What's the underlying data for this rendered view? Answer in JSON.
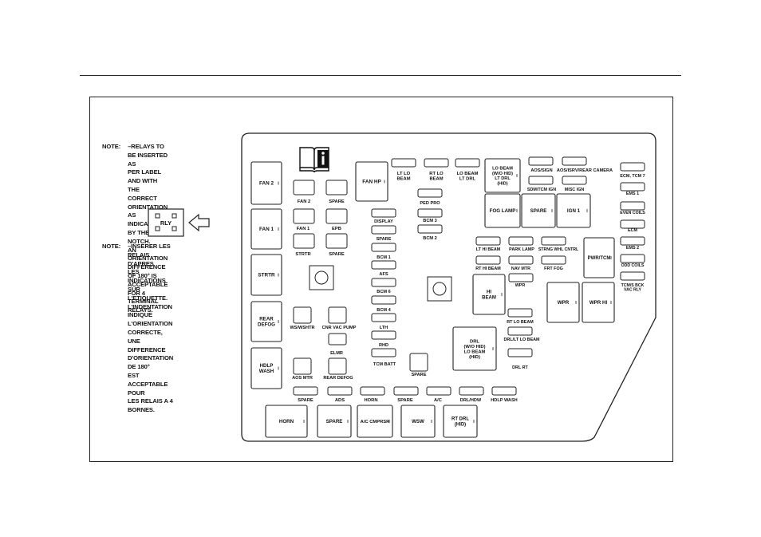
{
  "notes": {
    "label1": "NOTE:",
    "text1": "–RELAYS TO BE INSERTED AS\nPER LABEL AND WITH THE\nCORRECT ORIENTATION AS\nINDICATED BY THE NOTCH.\nAN ORIENTATION DIFFERENCE\nOF 180° IS ACCEPTABLE\nFOR 4 TERMINAL RELAYS.",
    "label2": "NOTE:",
    "text2": "–INSERER LES RELAIS D'APRES\nLES INDICATIONS SUR\nL'ETIQUETTE. L'INDENTATION\nINDIQUE L'ORIENTATION\nCORRECTE, UNE DIFFERENCE\nD'ORIENTATION DE 180°\nEST ACCEPTABLE POUR\nLES RELAIS A 4 BORNES."
  },
  "relay_icon_label": "RLY",
  "relays": {
    "fan2": "FAN 2",
    "fan1": "FAN 1",
    "strtr": "STRTR",
    "rear_defog": "REAR\nDEFOG",
    "hdlp_wash": "HDLP\nWASH",
    "fan_hp": "FAN HP",
    "fog_lamp": "FOG LAMP",
    "spare_fog": "SPARE",
    "ign1": "IGN 1",
    "pwr_tcm": "PWR/TCM",
    "hi_beam": "HI\nBEAM",
    "wpr": "WPR",
    "wpr_hi": "WPR HI",
    "drl": "DRL\n(W/O HID)\nLO BEAM\n(HID)",
    "horn": "HORN",
    "spare_b": "SPARE",
    "ac_cmprsr": "A/C CMPRSR",
    "wsw": "WSW",
    "rt_drl": "RT DRL\n(HID)",
    "lo_beam_hid": "LO BEAM\n(W/O HID)\nLT DRL\n(HID)"
  },
  "fuses": {
    "lt_lo_beam": "LT LO\nBEAM",
    "rt_lo_beam": "RT LO\nBEAM",
    "lo_beam_lt_drl": "LO BEAM\nLT DRL",
    "aos_sign": "AOS/SIGN",
    "aos_isrv": "AOS/ISRV/REAR CAMERA",
    "sdm_ign": "SDM/TCM IGN",
    "misc_ign": "MISC IGN",
    "ecm_tcm7": "ECM, TCM 7",
    "fan2_top": "FAN 2",
    "spare_top": "SPARE",
    "ped_pro": "PED PRO",
    "display": "DISPLAY",
    "bcm3": "BCM 3",
    "ems1": "EMS 1",
    "fan1_top": "FAN 1",
    "epb": "EPB",
    "even_coils": "EVEN COILS",
    "spare_2": "SPARE",
    "bcm2": "BCM 2",
    "ecm": "ECM",
    "strtr_top": "STRTR",
    "spare_3": "SPARE",
    "bcm1": "BCM 1",
    "lt_hi_beam": "LT HI BEAM",
    "park_lamp": "PARK LAMP",
    "strng_whl": "STRNG WHL CNTRL",
    "ems2": "EMS 2",
    "rt_hi_beam": "RT HI BEAM",
    "nav_mtr": "NAV MTR",
    "frt_fog": "FRT FOG",
    "odd_coils": "ODD COILS",
    "afs": "AFS",
    "bcm6": "BCM 6",
    "tcm_bck": "TCM/S BCK\nVAC RLY",
    "wpr_fuse": "WPR",
    "bcm4": "BCM 4",
    "rt_lo_beam2": "RT LO BEAM",
    "wswshtr": "WS/WSHTR",
    "cnr_vac": "CNR VAC PUMP",
    "lth": "LTH",
    "lt_drl_lo": "DRL/LT LO BEAM",
    "elmr": "ELMR",
    "rhd": "RHD",
    "aos_mtr": "AOS MTR",
    "rear_defog_f": "REAR DEFOG",
    "tcm_batt": "TCM BATT",
    "spare_small": "SPARE",
    "drl_rt": "DRL RT",
    "spare_b1": "SPARE",
    "ads": "ADS",
    "horn_f": "HORN",
    "spare_b2": "SPARE",
    "ac_f": "A/C",
    "drl_hdw": "DRL/HDW",
    "hdlp_wash_f": "HDLP WASH"
  }
}
